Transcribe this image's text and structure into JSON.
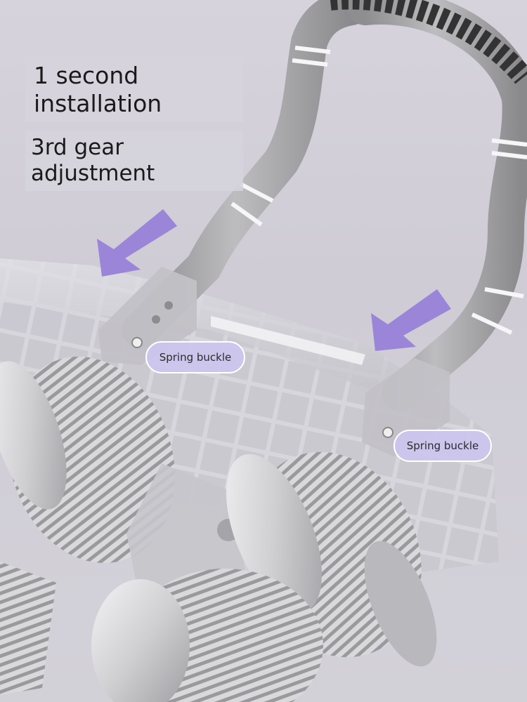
{
  "headline": {
    "line1": "1 second",
    "line2": "installation"
  },
  "subheadline": {
    "line1": "3rd gear",
    "line2": "adjustment"
  },
  "callouts": [
    {
      "label": "Spring buckle"
    },
    {
      "label": "Spring buckle"
    }
  ],
  "colors": {
    "background": "#d3d0d9",
    "accent_purple": "#9b85d8",
    "pill_fill": "#ccc4ee",
    "handle_gray": "#a9a9ab",
    "metal": "#c9c9cc"
  }
}
